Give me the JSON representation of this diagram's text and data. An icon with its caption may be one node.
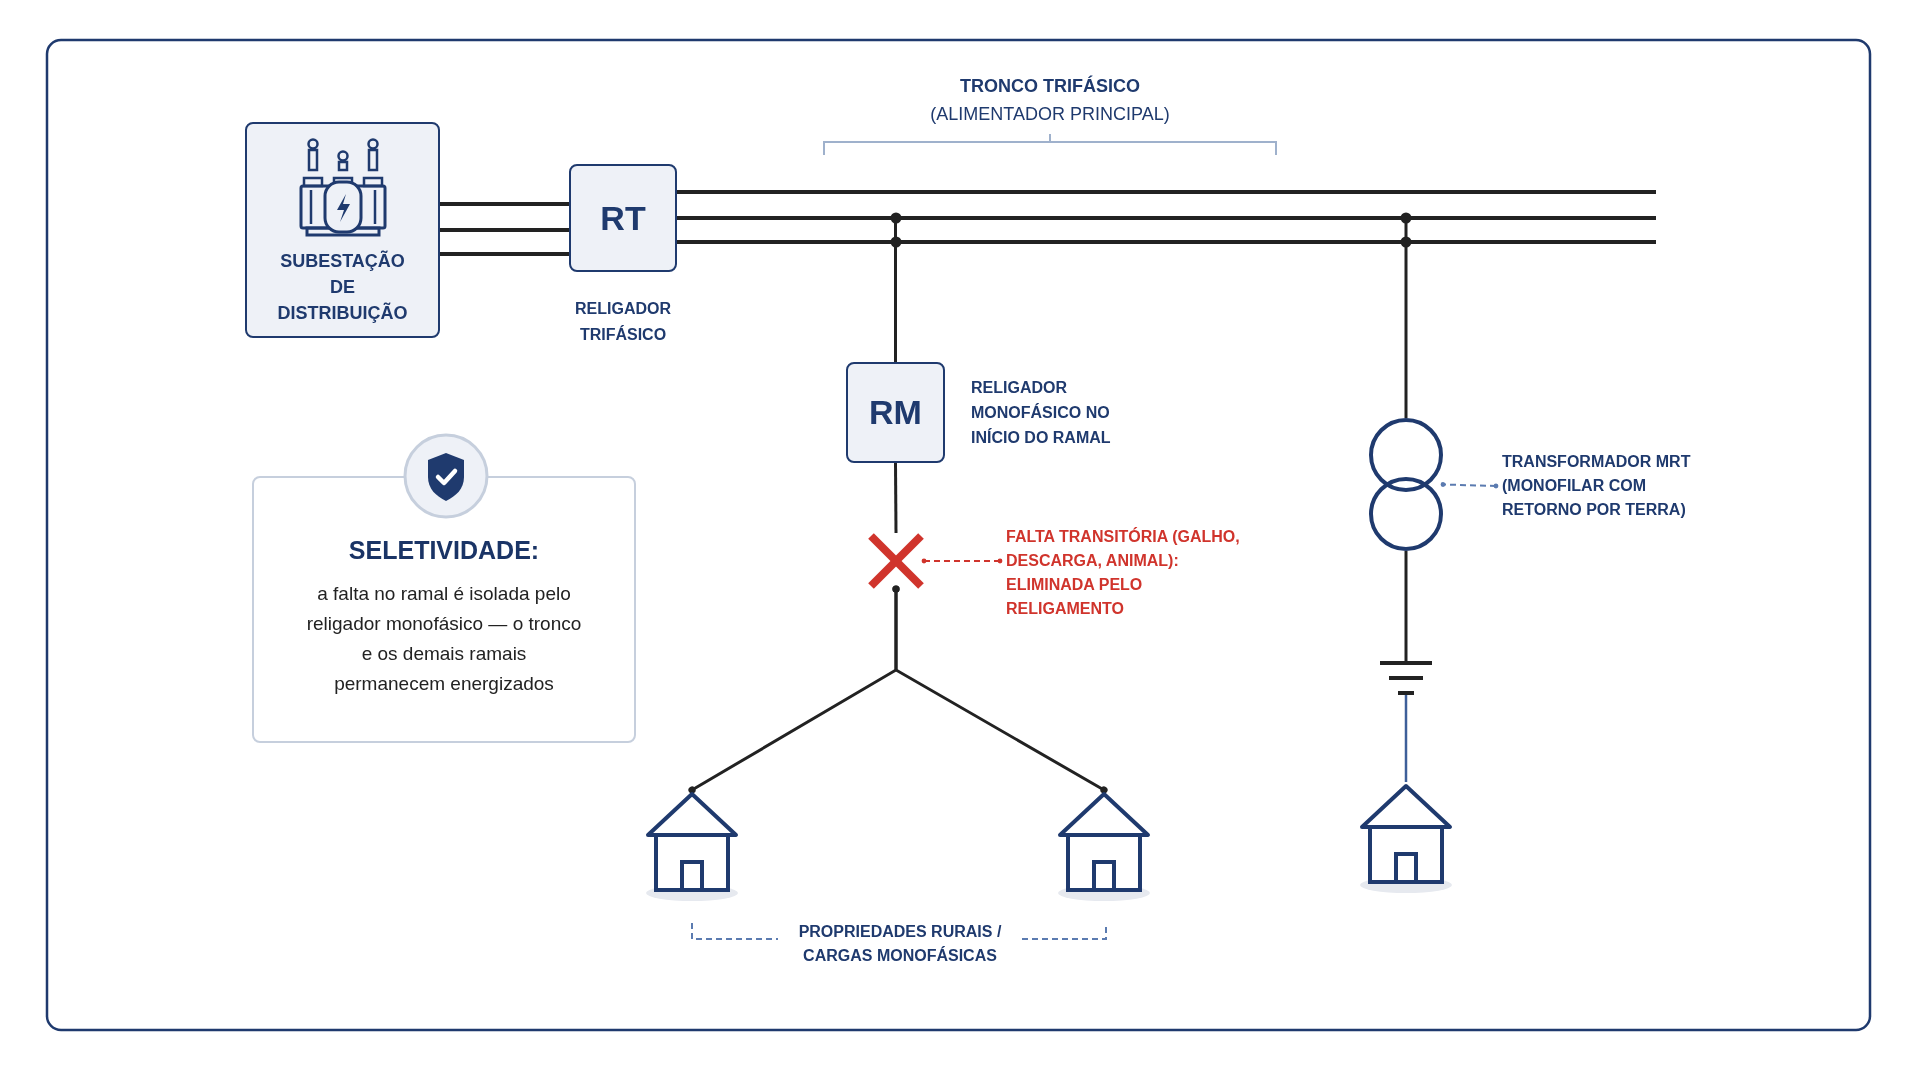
{
  "diagram": {
    "nodes": [
      {
        "text": [
          "SUBESTAÇÃO DE DISTRIBUIÇÃO"
        ]
      },
      {
        "text": [
          "RT"
        ],
        "beside": [
          "RELIGADOR TRIFÁSICO"
        ]
      },
      {
        "text": [
          "RM"
        ],
        "beside": [
          "RELIGADOR MONOFÁSICO NO INÍCIO DO RAMAL"
        ]
      },
      {
        "text": [
          "SELETIVIDADE:",
          "a falta no ramal é isolada pelo religador monofásico — o tronco e os demais ramais permanecem energizados"
        ]
      },
      {
        "text": [],
        "shape": "cross"
      },
      {
        "text": [
          "FALTA TRANSITÓRIA (GALHO, DESCARGA, ANIMAL): ELIMINADA PELO RELIGAMENTO"
        ]
      },
      {
        "text": [],
        "shape": "transformer"
      },
      {
        "text": [
          "TRANSFORMADOR MRT (MONOFILAR COM RETORNO POR TERRA)"
        ]
      },
      {
        "text": [],
        "shape": "ground"
      },
      {
        "text": [],
        "shape": "house"
      },
      {
        "text": [],
        "shape": "house"
      },
      {
        "text": [],
        "shape": "house"
      }
    ],
    "edges": [
      {
        "from": 0,
        "to": 1,
        "arrow": "none"
      },
      {
        "from": 1,
        "to": null,
        "arrow": "none"
      },
      {
        "from": 1,
        "to": 2,
        "arrow": "none"
      },
      {
        "from": 1,
        "to": 6,
        "arrow": "none"
      },
      {
        "from": 2,
        "to": 4,
        "arrow": "none"
      },
      {
        "from": 4,
        "to": 9,
        "arrow": "other"
      },
      {
        "from": 4,
        "to": 10,
        "arrow": "other"
      },
      {
        "from": 6,
        "to": 8,
        "arrow": "none"
      },
      {
        "from": 8,
        "to": 11,
        "arrow": "none",
        "color": "#3d5f99"
      },
      {
        "from": 5,
        "to": 4,
        "arrow": "other",
        "style": "dashed",
        "color": "#d0342c"
      },
      {
        "from": 7,
        "to": 6,
        "arrow": "other",
        "style": "dashed",
        "color": "#5b7bb0"
      }
    ],
    "labels": [
      "TRONCO TRIFÁSICO",
      "(ALIMENTADOR PRINCIPAL)",
      "PROPRIEDADES RURAIS / CARGAS MONOFÁSICAS"
    ]
  }
}
